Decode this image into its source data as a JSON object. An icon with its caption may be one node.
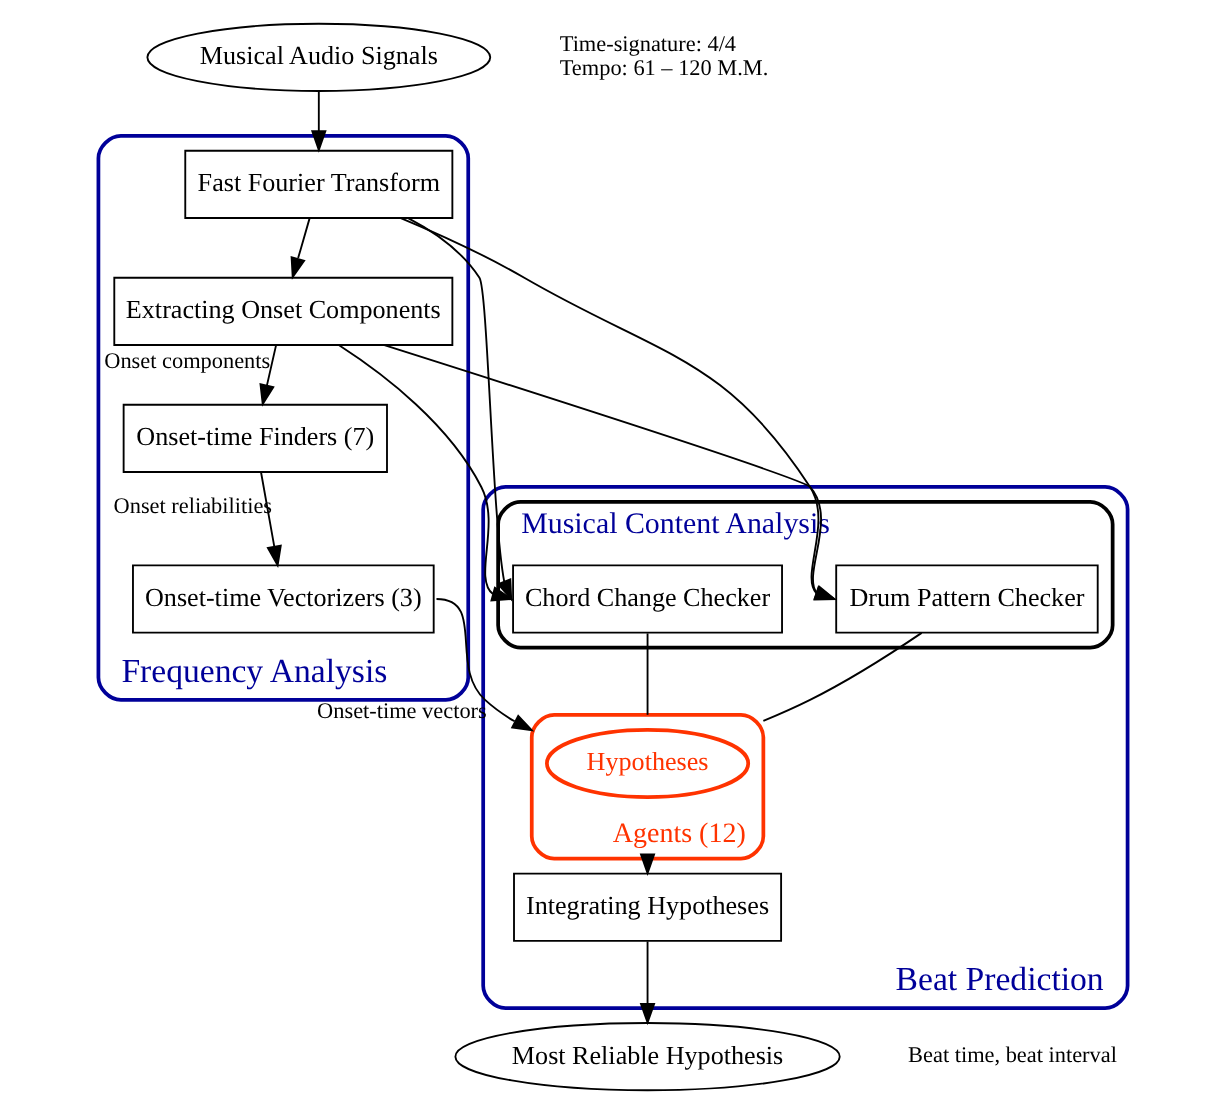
{
  "diagram": {
    "nodes": [
      {
        "text": [
          "Musical Audio Signals"
        ],
        "beside": [
          "Time-signature: 4/4",
          "Tempo: 61 – 120 M.M."
        ]
      },
      {
        "text": [
          "Frequency Analysis"
        ]
      },
      {
        "text": [
          "Fast Fourier Transform"
        ],
        "in": 1
      },
      {
        "text": [
          "Extracting Onset Components"
        ],
        "in": 1
      },
      {
        "text": [
          "Onset-time Finders (7)"
        ],
        "in": 1
      },
      {
        "text": [
          "Onset-time Vectorizers (3)"
        ],
        "in": 1
      },
      {
        "text": [
          "Beat Prediction"
        ]
      },
      {
        "text": [
          "Musical Content Analysis"
        ],
        "in": 6
      },
      {
        "text": [
          "Chord Change Checker"
        ],
        "in": 7
      },
      {
        "text": [
          "Drum Pattern Checker"
        ],
        "in": 7
      },
      {
        "text": [
          "Agents (12)"
        ],
        "in": 6
      },
      {
        "text": [
          "Hypotheses"
        ],
        "in": 10
      },
      {
        "text": [
          "Integrating Hypotheses"
        ],
        "in": 6
      },
      {
        "text": [
          "Most Reliable Hypothesis"
        ],
        "beside": [
          "Beat time, beat interval"
        ]
      }
    ],
    "edges": [
      {
        "from": 0,
        "to": 2,
        "arrow": "to"
      },
      {
        "from": 2,
        "to": 3,
        "arrow": "to"
      },
      {
        "from": 3,
        "to": 4,
        "arrow": "to",
        "label": "Onset components"
      },
      {
        "from": 4,
        "to": 5,
        "arrow": "to",
        "label": "Onset reliabilities"
      },
      {
        "from": 5,
        "to": 10,
        "arrow": "to",
        "label": "Onset-time vectors"
      },
      {
        "from": 2,
        "to": 8,
        "arrow": "to"
      },
      {
        "from": 2,
        "to": 9,
        "arrow": "to"
      },
      {
        "from": 3,
        "to": 8,
        "arrow": "to"
      },
      {
        "from": 3,
        "to": 9,
        "arrow": "to"
      },
      {
        "from": 8,
        "to": 10,
        "arrow": "none"
      },
      {
        "from": 9,
        "to": 10,
        "arrow": "none"
      },
      {
        "from": 10,
        "to": 12,
        "arrow": "to"
      },
      {
        "from": 12,
        "to": 13,
        "arrow": "to"
      }
    ]
  }
}
